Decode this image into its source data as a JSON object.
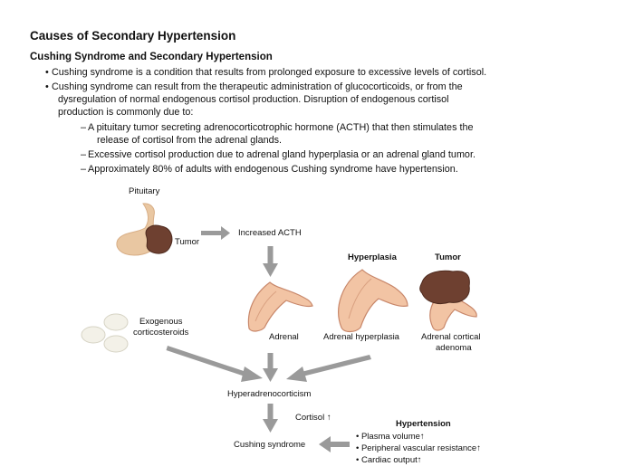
{
  "title": "Causes of Secondary Hypertension",
  "subtitle": "Cushing Syndrome and Secondary Hypertension",
  "bullets": [
    {
      "lines": [
        "Cushing syndrome is a condition that results from prolonged exposure to excessive levels of cortisol."
      ]
    },
    {
      "lines": [
        "Cushing syndrome can result from the therapeutic administration of glucocorticoids, or from the",
        "dysregulation of normal endogenous cortisol production. Disruption of endogenous cortisol",
        "production is commonly due to:"
      ]
    }
  ],
  "subbullets": [
    {
      "lines": [
        "A pituitary tumor secreting adrenocorticotrophic hormone (ACTH) that then stimulates the",
        "release of cortisol from the adrenal glands."
      ]
    },
    {
      "lines": [
        "Excessive cortisol production due to adrenal gland hyperplasia or an adrenal gland tumor."
      ]
    },
    {
      "lines": [
        "Approximately 80% of adults with endogenous Cushing syndrome have hypertension."
      ]
    }
  ],
  "figure": {
    "pituitary": "Pituitary",
    "tumor_pit": "Tumor",
    "increased_acth": "Increased ACTH",
    "hyperplasia_heading": "Hyperplasia",
    "tumor_heading": "Tumor",
    "exogenous_1": "Exogenous",
    "exogenous_2": "corticosteroids",
    "adrenal": "Adrenal",
    "adrenal_hyperplasia": "Adrenal hyperplasia",
    "adrenal_cortical_1": "Adrenal cortical",
    "adrenal_cortical_2": "adenoma",
    "hyperadrenocorticism": "Hyperadrenocorticism",
    "cortisol": "Cortisol ↑",
    "cushing_syndrome": "Cushing syndrome",
    "hypertension_heading": "Hypertension",
    "hypertension_items": [
      "• Plasma volume↑",
      "• Peripheral vascular resistance↑",
      "• Cardiac output↑"
    ]
  },
  "colors": {
    "arrow": "#9a9a9a",
    "adrenal_fill": "#f2c4a4",
    "adrenal_stroke": "#c8876a",
    "tumor": "#6e4030",
    "pituitary": "#e9c7a2",
    "pill": "#f3f1e8"
  }
}
